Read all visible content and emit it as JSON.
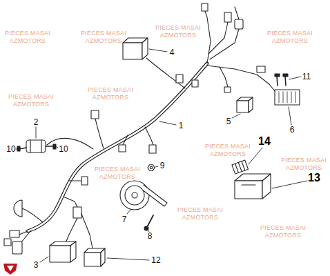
{
  "diagram": {
    "labels": [
      "1",
      "2",
      "3",
      "4",
      "5",
      "6",
      "7",
      "8",
      "9",
      "10",
      "10",
      "11",
      "12",
      "13",
      "14",
      "PIECES MASAI",
      "AZMOTORS",
      "PIECES MASAI",
      "AZMOTORS",
      "PIECES MASAI",
      "AZMOTORS",
      "PIECES MASAI",
      "AZMOTORS",
      "PIECES MASAI",
      "AZMOTORS",
      "PIECES MASAI",
      "AZMOTORS",
      "PIECES MASAI",
      "AZMOTORS",
      "PIECES MASAI",
      "AZMOTORS",
      "PIECES MASAI",
      "AZMOTORS",
      "PIECES MASAI",
      "AZMOTORS",
      "PIECES MASAI",
      "AZMOTORS"
    ]
  }
}
